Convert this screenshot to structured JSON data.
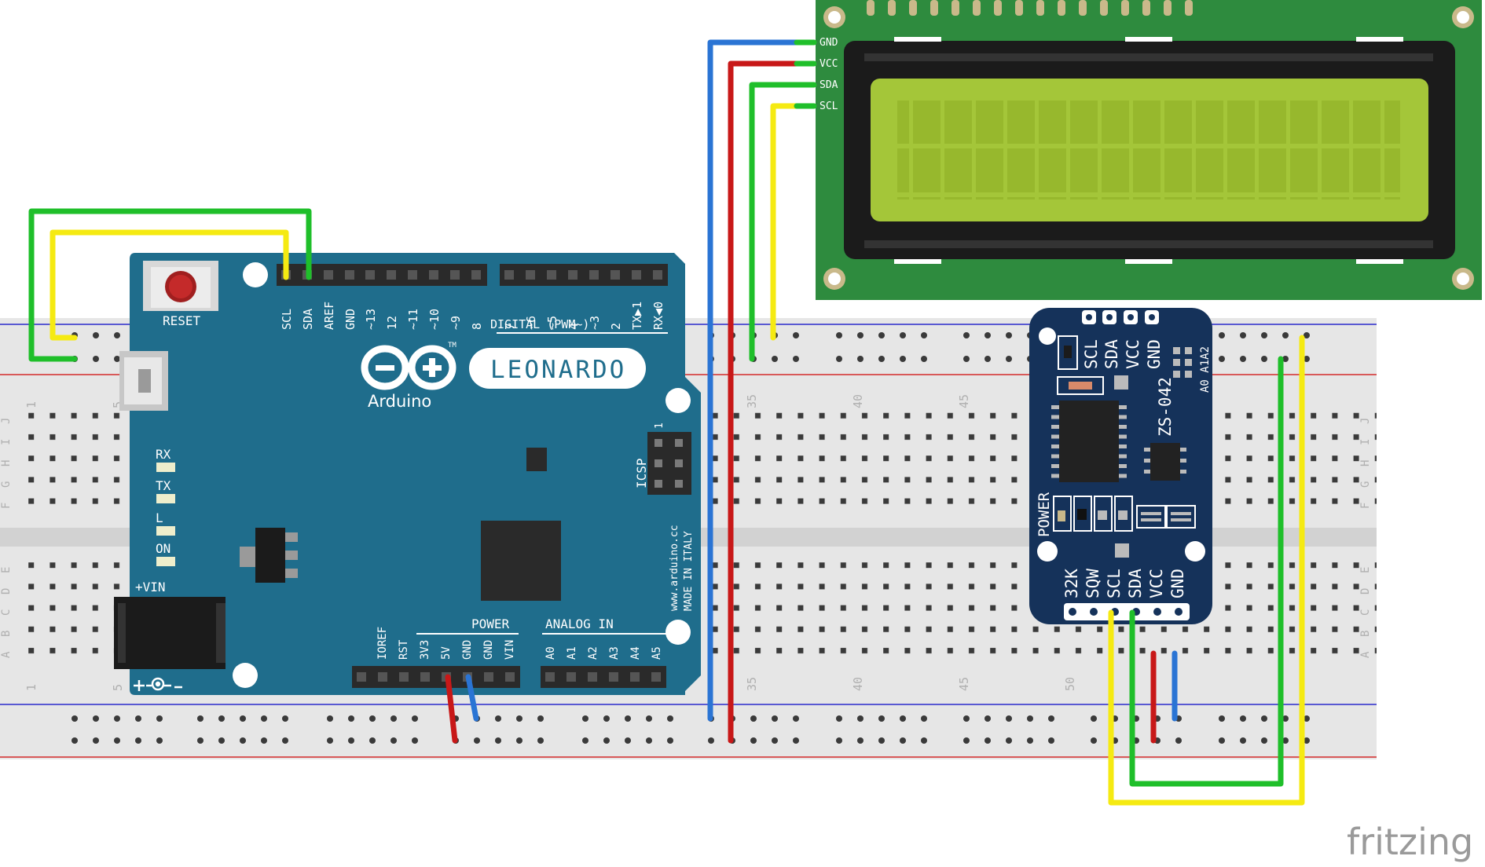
{
  "arduino": {
    "reset": "RESET",
    "top_pins": [
      "SCL",
      "SDA",
      "AREF",
      "GND",
      "~13",
      "12",
      "~11",
      "~10",
      "~9",
      "8",
      "7",
      "~6",
      "~5",
      "4",
      "~3",
      "2",
      "TX▶1",
      "RX◀0"
    ],
    "digital": "DIGITAL (PWM~)",
    "model": "LEONARDO",
    "brand": "Arduino",
    "tm": "TM",
    "leds": [
      "RX",
      "TX",
      "L",
      "ON"
    ],
    "icsp": "ICSP",
    "icsp_one": "1",
    "website": "www.arduino.cc",
    "made_in": "MADE IN ITALY",
    "vin": "+VIN",
    "power": "POWER",
    "analog": "ANALOG IN",
    "power_pins": [
      "IOREF",
      "RST",
      "3V3",
      "5V",
      "GND",
      "GND",
      "VIN"
    ],
    "analog_pins": [
      "A0",
      "A1",
      "A2",
      "A3",
      "A4",
      "A5"
    ]
  },
  "lcd": {
    "pins": [
      "GND",
      "VCC",
      "SDA",
      "SCL"
    ]
  },
  "rtc": {
    "top_pins": [
      "SCL",
      "SDA",
      "VCC",
      "GND"
    ],
    "model": "ZS-042",
    "addr": "A0 A1A2",
    "power": "POWER",
    "bottom_pins": [
      "32K",
      "SQW",
      "SCL",
      "SDA",
      "VCC",
      "GND"
    ]
  },
  "breadboard": {
    "col_numbers_top": [
      "1",
      "5",
      "35",
      "40",
      "45"
    ],
    "col_numbers_bottom": [
      "1",
      "5",
      "35",
      "40",
      "45",
      "50"
    ],
    "row_letters_top": [
      "J",
      "I",
      "H",
      "G",
      "F"
    ],
    "row_letters_bottom": [
      "E",
      "D",
      "C",
      "B",
      "A"
    ]
  },
  "watermark": "fritzing",
  "colors": {
    "board_blue": "#1f6d8c",
    "pcb_green": "#2e8b3e",
    "lcd_screen": "#a4c639",
    "rtc_navy": "#15325a",
    "wire_green": "#1fbf2a",
    "wire_yellow": "#f5ea12",
    "wire_red": "#c81818",
    "wire_blue": "#2a74d4"
  }
}
